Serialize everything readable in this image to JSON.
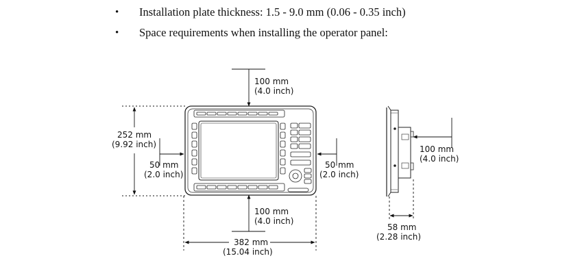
{
  "bullets": [
    "Installation plate thickness: 1.5 - 9.0 mm (0.06 - 0.35 inch)",
    "Space requirements when installing the operator panel:"
  ],
  "dimensions": {
    "top_mm": "100 mm",
    "top_inch": "(4.0 inch)",
    "height_mm": "252 mm",
    "height_inch": "(9.92 inch)",
    "left_mm": "50 mm",
    "left_inch": "(2.0 inch)",
    "right_mm": "50 mm",
    "right_inch": "(2.0 inch)",
    "bottom_mm": "100 mm",
    "bottom_inch": "(4.0 inch)",
    "width_mm": "382 mm",
    "width_inch": "(15.04 inch)",
    "side_clear_mm": "100 mm",
    "side_clear_inch": "(4.0 inch)",
    "depth_mm": "58 mm",
    "depth_inch": "(2.28 inch)"
  }
}
